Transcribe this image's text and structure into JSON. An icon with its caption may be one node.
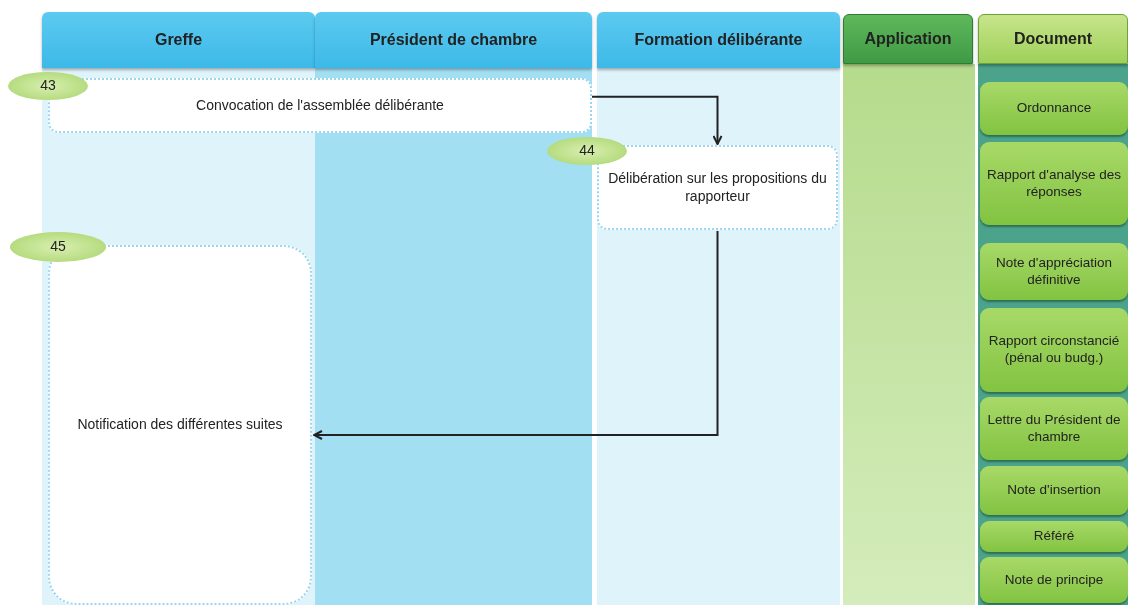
{
  "diagram": {
    "nodes": [
      {
        "text": [
          "Greffe"
        ]
      },
      {
        "text": [
          "Président de chambre"
        ]
      },
      {
        "text": [
          "Formation délibérante"
        ]
      },
      {
        "text": [
          "Application"
        ]
      },
      {
        "text": [
          "Document"
        ]
      },
      {
        "text": [
          "43"
        ]
      },
      {
        "text": [
          "Convocation de l'assemblée délibérante"
        ]
      },
      {
        "text": [
          "44"
        ]
      },
      {
        "text": [
          "Délibération sur les propositions du rapporteur"
        ]
      },
      {
        "text": [
          "45"
        ]
      },
      {
        "text": [
          "Notification des différentes suites"
        ]
      },
      {
        "text": [
          "Ordonnance"
        ]
      },
      {
        "text": [
          "Rapport d'analyse des réponses"
        ]
      },
      {
        "text": [
          "Note d'appréciation définitive"
        ]
      },
      {
        "text": [
          "Rapport circonstancié (pénal ou budg.)"
        ]
      },
      {
        "text": [
          "Lettre du Président de chambre"
        ]
      },
      {
        "text": [
          "Note d'insertion"
        ]
      },
      {
        "text": [
          "Référé"
        ]
      },
      {
        "text": [
          "Note de principe"
        ]
      }
    ],
    "edges": [
      {
        "from": 6,
        "to": 8,
        "arrow": "to"
      },
      {
        "from": 8,
        "to": 10,
        "arrow": "to"
      }
    ]
  }
}
